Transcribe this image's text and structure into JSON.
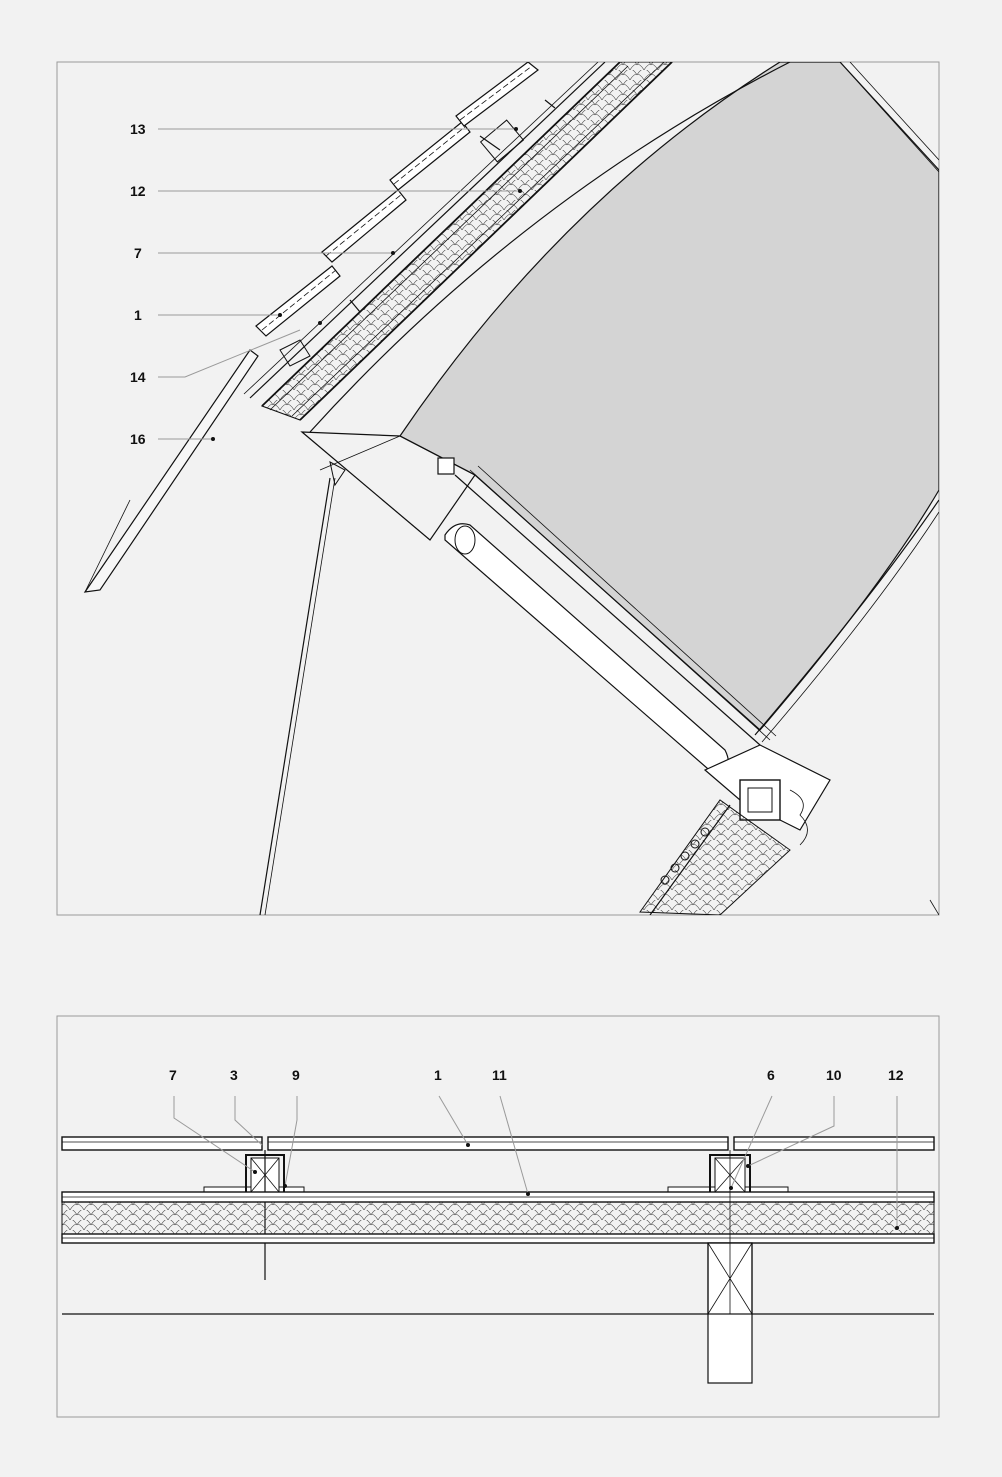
{
  "top_detail": {
    "labels": [
      {
        "id": "l13",
        "text": "13"
      },
      {
        "id": "l12",
        "text": "12"
      },
      {
        "id": "l7",
        "text": "7"
      },
      {
        "id": "l1",
        "text": "1"
      },
      {
        "id": "l14",
        "text": "14"
      },
      {
        "id": "l16",
        "text": "16"
      }
    ]
  },
  "bottom_detail": {
    "labels": [
      {
        "id": "b7",
        "text": "7"
      },
      {
        "id": "b3",
        "text": "3"
      },
      {
        "id": "b9",
        "text": "9"
      },
      {
        "id": "b1",
        "text": "1"
      },
      {
        "id": "b11",
        "text": "11"
      },
      {
        "id": "b6",
        "text": "6"
      },
      {
        "id": "b10",
        "text": "10"
      },
      {
        "id": "b12",
        "text": "12"
      }
    ]
  },
  "colors": {
    "background": "#f2f2f2",
    "line": "#111111",
    "leader": "#9a9a9a",
    "fill_gray": "#d4d4d4"
  }
}
